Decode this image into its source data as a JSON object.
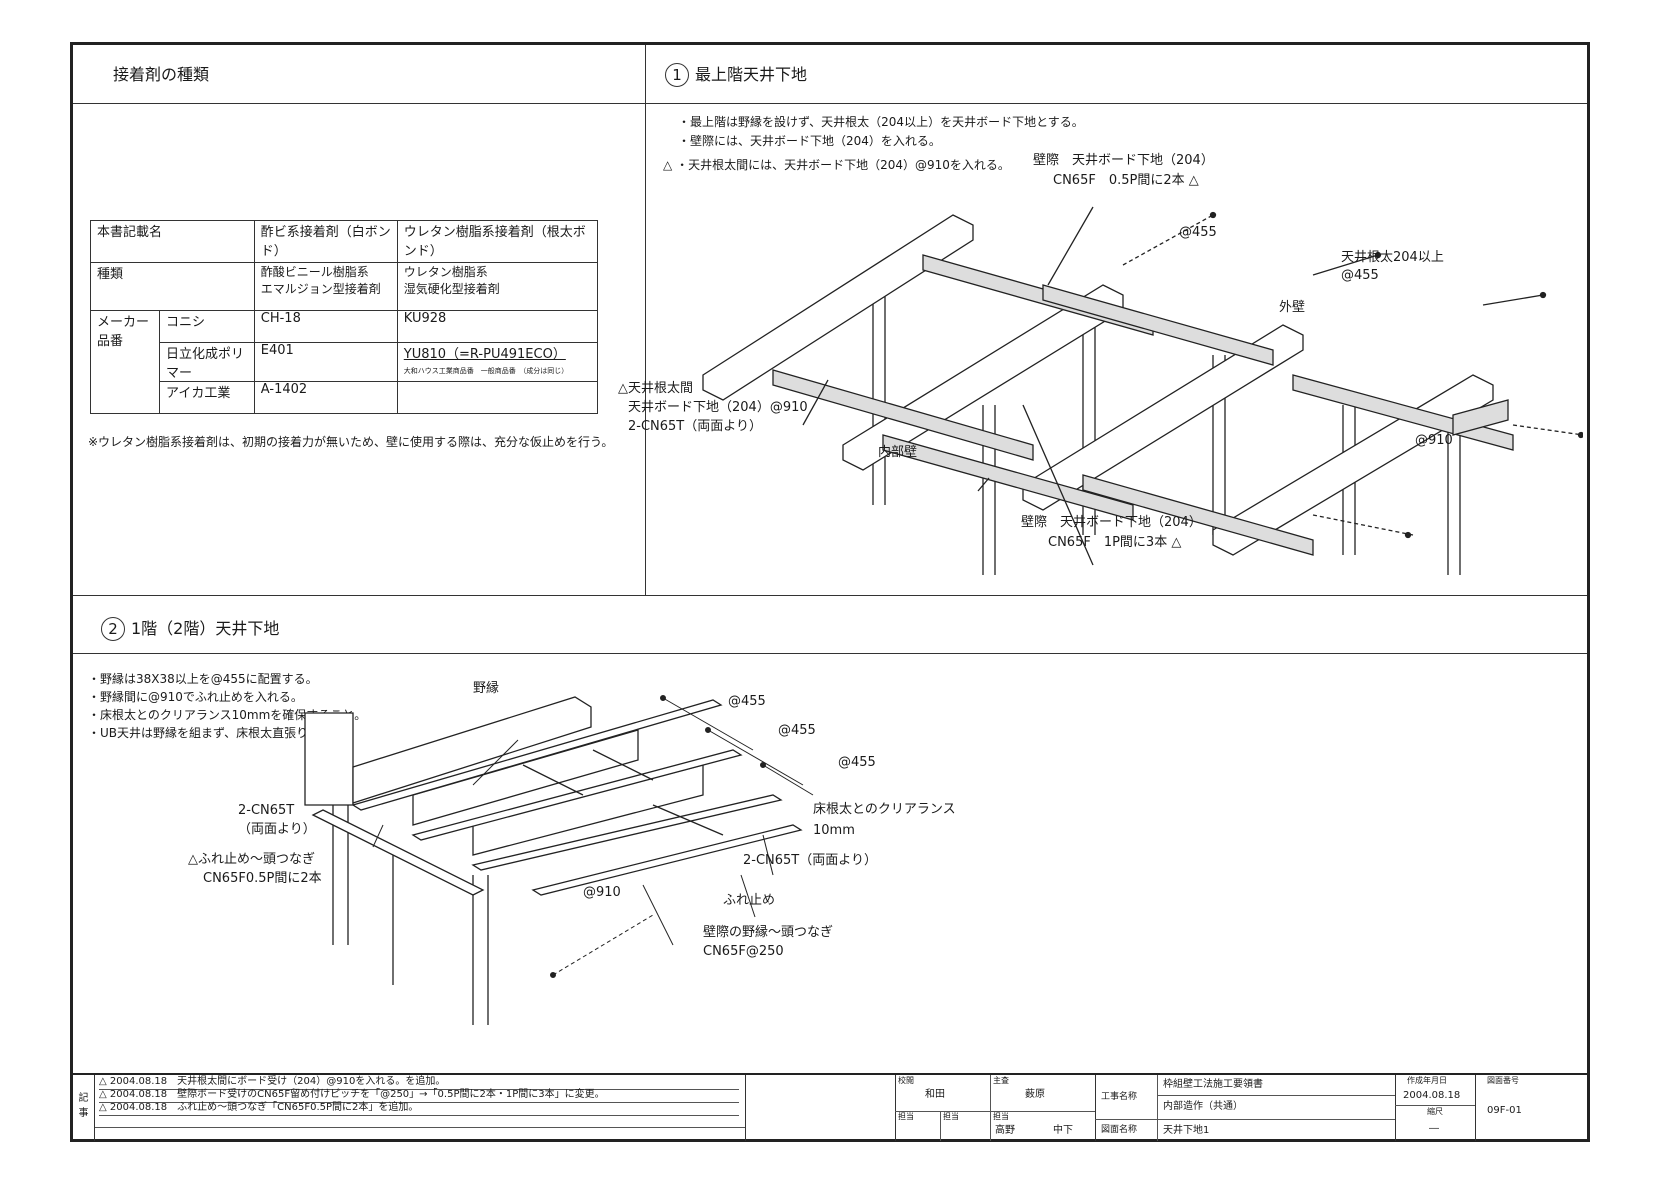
{
  "adhesive": {
    "title": "接着剤の種類",
    "table": {
      "header": [
        "本書記載名",
        "酢ビ系接着剤（白ボンド）",
        "ウレタン樹脂系接着剤（根太ボンド）"
      ],
      "kind_label": "種類",
      "kind_values": [
        "酢酸ビニール樹脂系\nエマルジョン型接着剤",
        "ウレタン樹脂系\n湿気硬化型接着剤"
      ],
      "maker_label": "メーカー\n品番",
      "rows": [
        {
          "maker": "コニシ",
          "a": "CH-18",
          "b": "KU928"
        },
        {
          "maker": "日立化成ポリマー",
          "a": "E401",
          "b": "YU810（=R-PU491ECO）"
        },
        {
          "maker": "アイカ工業",
          "a": "A-1402",
          "b": ""
        }
      ],
      "note_small": "大和ハウス工業商品番　一般商品番　（成分は同じ）"
    },
    "footnote": "※ウレタン樹脂系接着剤は、初期の接着力が無いため、壁に使用する際は、充分な仮止めを行う。"
  },
  "section1": {
    "num": "1",
    "title": "最上階天井下地",
    "notes": [
      "・最上階は野縁を設けず、天井根太（204以上）を天井ボード下地とする。",
      "・壁際には、天井ボード下地（204）を入れる。",
      "・天井根太間には、天井ボード下地（204）@910を入れる。"
    ],
    "labels": {
      "wall_top_1": "壁際　天井ボード下地（204）",
      "wall_top_2": "CN65F　0.5P間に2本",
      "at455": "@455",
      "joist": "天井根太204以上",
      "joist_at": "@455",
      "exterior": "外壁",
      "between_1": "天井根太間",
      "between_2": "天井ボード下地（204）@910",
      "between_3": "2-CN65T（両面より）",
      "inner": "内部壁",
      "at910": "@910",
      "wall_bot_1": "壁際　天井ボード下地（204）",
      "wall_bot_2": "CN65F　1P間に3本"
    }
  },
  "section2": {
    "num": "2",
    "title": "1階（2階）天井下地",
    "notes": [
      "・野縁は38X38以上を@455に配置する。",
      "・野縁間に@910でふれ止めを入れる。",
      "・床根太とのクリアランス10mmを確保すること。",
      "・UB天井は野縁を組まず、床根太直張りとする。"
    ],
    "labels": {
      "noen": "野縁",
      "at455a": "@455",
      "at455b": "@455",
      "at455c": "@455",
      "clear_1": "床根太とのクリアランス",
      "clear_2": "10mm",
      "cn65t_1": "2-CN65T",
      "cn65t_2": "（両面より）",
      "fure_1": "ふれ止め～頭つなぎ",
      "fure_2": "CN65F0.5P間に2本",
      "cn65t_r": "2-CN65T（両面より）",
      "furedome": "ふれ止め",
      "at910": "@910",
      "wall_1": "壁際の野縁～頭つなぎ",
      "wall_2": "CN65F@250"
    }
  },
  "revisions": [
    "2004.08.18　天井根太間にボード受け（204）@910を入れる。を追加。",
    "2004.08.18　壁際ボード受けのCN65F留め付けピッチを「@250」→「0.5P間に2本・1P間に3本」に変更。",
    "2004.08.18　ふれ止め～頭つなぎ「CN65F0.5P間に2本」を追加。"
  ],
  "revision_label": "記\n事",
  "titleblock": {
    "check_label": "校閲",
    "check_name": "和田",
    "chief_label": "主査",
    "chief_name": "薮原",
    "staff_label1": "担当",
    "staff_label2": "担当",
    "staff_label3": "担当",
    "staff_name1": "高野",
    "staff_name2": "中下",
    "project_label": "工事名称",
    "project_name": "枠組壁工法施工要領書",
    "sub_name": "内部造作（共通）",
    "drawing_label": "図面名称",
    "drawing_name": "天井下地1",
    "date_label": "作成年月日",
    "date": "2004.08.18",
    "scale_label": "縮尺",
    "scale": "―",
    "no_label": "図面番号",
    "no": "09F-01"
  }
}
